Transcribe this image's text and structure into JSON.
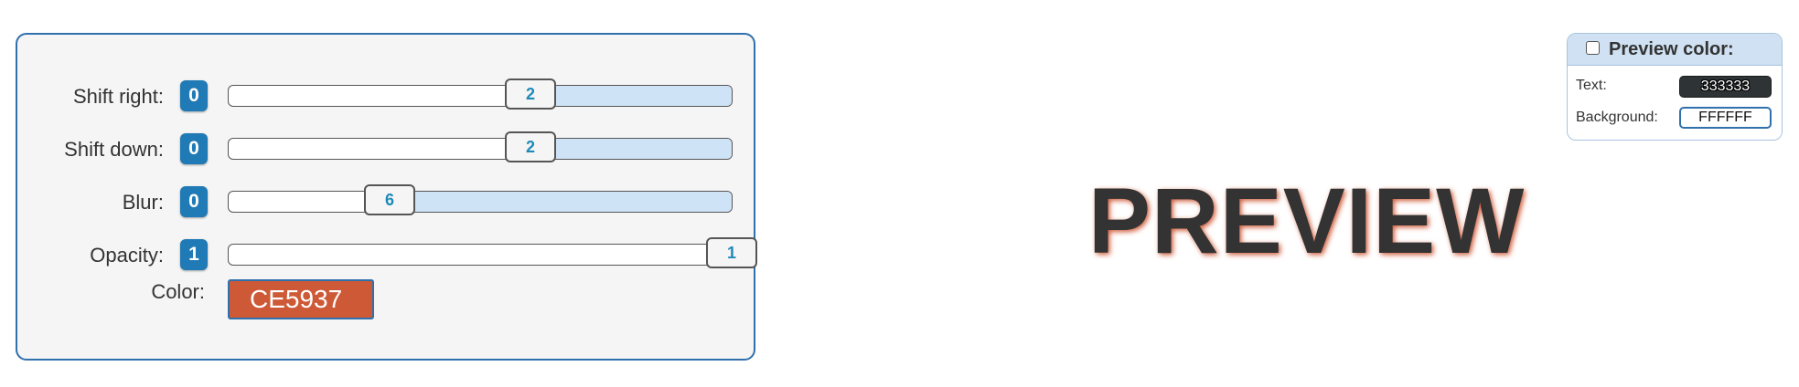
{
  "controls": {
    "shift_right": {
      "label": "Shift right:",
      "reset_value": "0",
      "value": "2",
      "fraction": 0.6
    },
    "shift_down": {
      "label": "Shift down:",
      "reset_value": "0",
      "value": "2",
      "fraction": 0.6
    },
    "blur": {
      "label": "Blur:",
      "reset_value": "0",
      "value": "6",
      "fraction": 0.32
    },
    "opacity": {
      "label": "Opacity:",
      "reset_value": "1",
      "value": "1",
      "fraction": 1.0
    },
    "color": {
      "label": "Color:",
      "value": "CE5937"
    }
  },
  "preview": {
    "text": "PREVIEW",
    "text_color": "#333333",
    "shadow_color": "#CE5937"
  },
  "preview_color": {
    "title": "Preview color:",
    "checked": false,
    "text_label": "Text:",
    "text_value": "333333",
    "background_label": "Background:",
    "background_value": "FFFFFF"
  },
  "colors": {
    "accent": "#1F7AB5",
    "panel_border": "#2F70AD",
    "track_fill": "#CFE3F7",
    "swatch": "#CE5937"
  }
}
